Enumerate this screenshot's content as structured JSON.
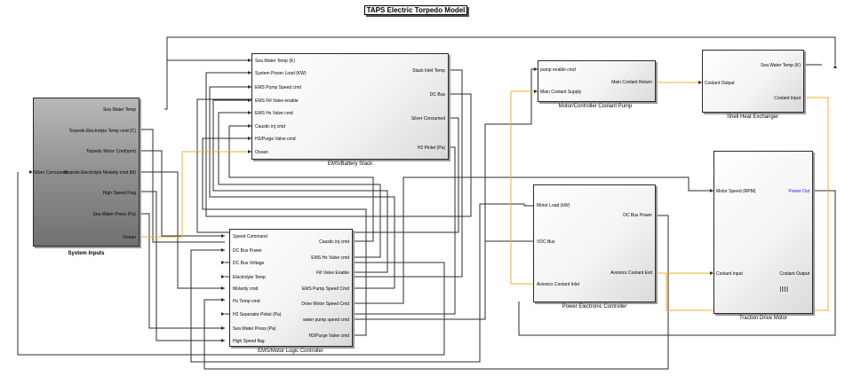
{
  "title": "TAPS Electric Torpedo Model",
  "colors": {
    "wire": "#2b2b2b",
    "coolant_wire": "#f0b030",
    "highlight_port": "#1a1aff"
  },
  "blocks": {
    "system_inputs": {
      "label": "System Inputs",
      "outputs": [
        "Sea Water Temp",
        "Torpedo Electrolyte Temp cmd (C)",
        "Torpedo Motor Cmd(rpm)",
        "Torpedo Electrolyte Molarity cmd (M)",
        "High Speed Flag",
        "Sea Water Press (Pa)",
        "Ocean"
      ],
      "inputs": [
        "Silver Consumed"
      ]
    },
    "ems_battery_stack": {
      "label": "EMS/Battery Stack",
      "inputs": [
        "Sea Water Temp (K)",
        "System Power Load (KW)",
        "EMS Pump Speed cmd",
        "EMS Fill Valve enable",
        "EMS Hx Valve cmd",
        "Caustic inj cmd",
        "H2/Purge Valve cmd",
        "Ocean"
      ],
      "outputs": [
        "Stack Inlet Temp",
        "DC Bus",
        "Silver Consumed",
        "H2 Pinlet (Pa)"
      ]
    },
    "ems_motor_logic": {
      "label": "EMS/Motor Logic Controller",
      "inputs": [
        "Speed Command",
        "DC Bus Power",
        "DC Bus Voltage",
        "Electrolyte Temp",
        "Molarity cmd",
        "Hx Temp cmd",
        "H2 Seperator Pinlet (Pa)",
        "Sea Water Press (Pa)",
        "High Speed flag"
      ],
      "outputs": [
        "Caustic inj cmd",
        "EMS Hx Valve cmd",
        "Fill Valve Enable",
        "EMS Pump Speed Cmd",
        "Drive Motor Speed Cmd",
        "water pump speed cmd",
        "H2/Purge Valve cmd"
      ]
    },
    "coolant_pump": {
      "label": "Motor/Controller Coolant Pump",
      "inputs": [
        "pump enable cmd",
        "Main Coolant Supply"
      ],
      "outputs": [
        "Main Coolant Return"
      ]
    },
    "shell_hx": {
      "label": "Shell Heat Exchanger",
      "inputs": [
        "Coolant Output"
      ],
      "outputs": [
        "Sea Water Temp (K)",
        "Coolant Input"
      ]
    },
    "power_electronic": {
      "label": "Power Electronic Controller",
      "inputs": [
        "Motor Load (kW)",
        "VDC Bus",
        "Avionics Coolant Inlet"
      ],
      "outputs": [
        "DC Bus Power",
        "Avionics Coolant Exit"
      ]
    },
    "traction_motor": {
      "label": "Traction Drive Motor",
      "inputs": [
        "Motor Speed (RPM)",
        "Coolant Input"
      ],
      "outputs": [
        "Power Out",
        "Coolant Output"
      ]
    }
  }
}
